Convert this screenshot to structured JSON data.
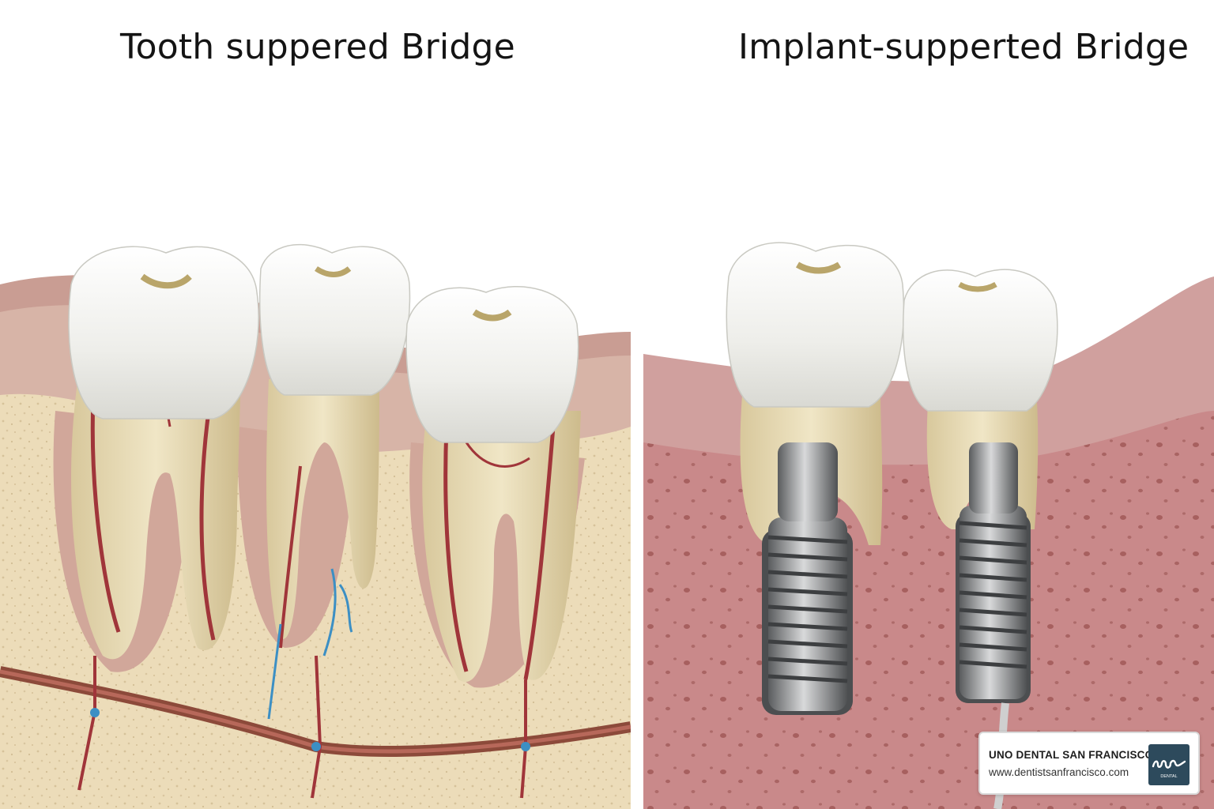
{
  "titles": {
    "left": "Tooth suppered Bridge",
    "right": "Implant-supperted Bridge"
  },
  "badge": {
    "name": "UNO DENTAL SAN FRANCISCO",
    "url": "www.dentistsanfrancisco.com",
    "logo_text": "uno DENTAL"
  },
  "colors": {
    "background": "#ffffff",
    "gum": "#c79a90",
    "bone": "#ead8b4",
    "enamel": "#f1f1ee",
    "root": "#e4d6ad",
    "nerve_red": "#a0353a",
    "nerve_blue": "#3c8fc4",
    "implant_gum": "#c7837f",
    "implant_metal": "#8a8c8e",
    "logo_bg": "#2d4a5c"
  }
}
